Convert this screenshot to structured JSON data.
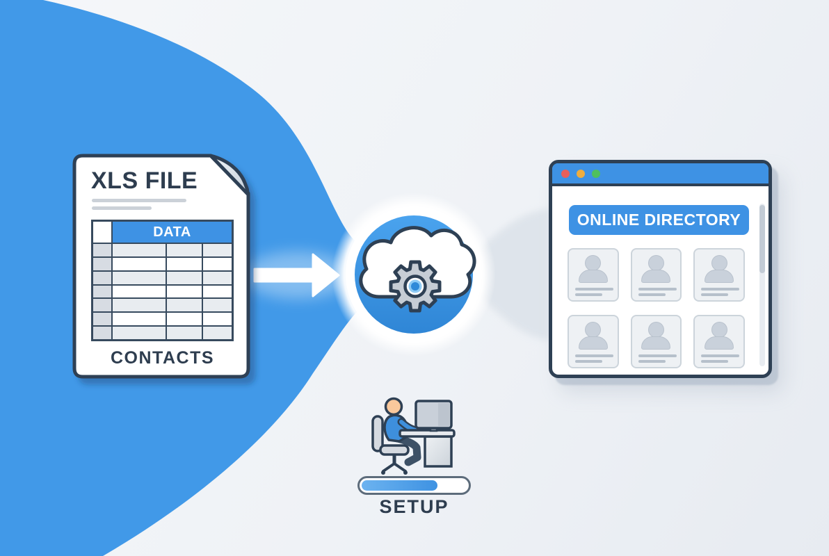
{
  "xls_document": {
    "title": "XLS FILE",
    "table_header": "DATA",
    "caption": "CONTACTS",
    "data_rows": 7,
    "data_columns": 3
  },
  "flow_arrow": {
    "icon": "arrow-right-icon"
  },
  "sync_hub": {
    "icon": "cloud-gear-icon"
  },
  "browser_window": {
    "banner": "ONLINE DIRECTORY",
    "traffic_light_colors": [
      "#e85f5a",
      "#efad3e",
      "#4fc05e"
    ],
    "contact_card_count": 6,
    "card_icon": "person-silhouette-icon"
  },
  "setup_station": {
    "label": "SETUP",
    "progress_percent": 72,
    "icon": "person-at-desk-icon"
  },
  "colors": {
    "flow_blue": "#4199e8",
    "accent_blue": "#3e92e4",
    "outline_navy": "#2e4054",
    "text_navy": "#2e3d4f",
    "card_gray": "#eef1f4",
    "background_light": "#f1f4f7"
  }
}
